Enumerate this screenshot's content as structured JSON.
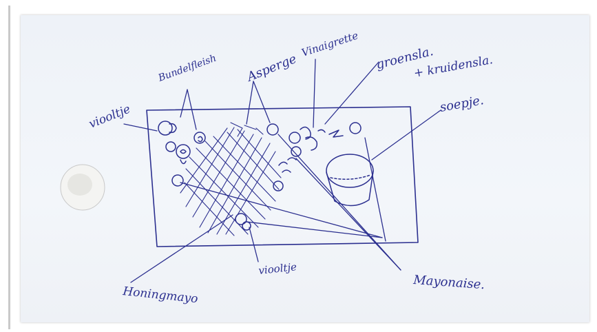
{
  "labels": {
    "viooltje_left": "viooltje",
    "bundelfleish": "Bundelfleish",
    "asperge": "Asperge",
    "vinaigrette": "Vinaigrette",
    "groensla": "groensla.",
    "kruidensla": "+ kruidensla.",
    "soepje": "soepje.",
    "viooltje_bottom": "viooltje",
    "honingmayo": "Honingmayo",
    "mayonaise": "Mayonaise."
  },
  "colors": {
    "ink": "#2b2f8f",
    "paper": "#eef2f8"
  }
}
